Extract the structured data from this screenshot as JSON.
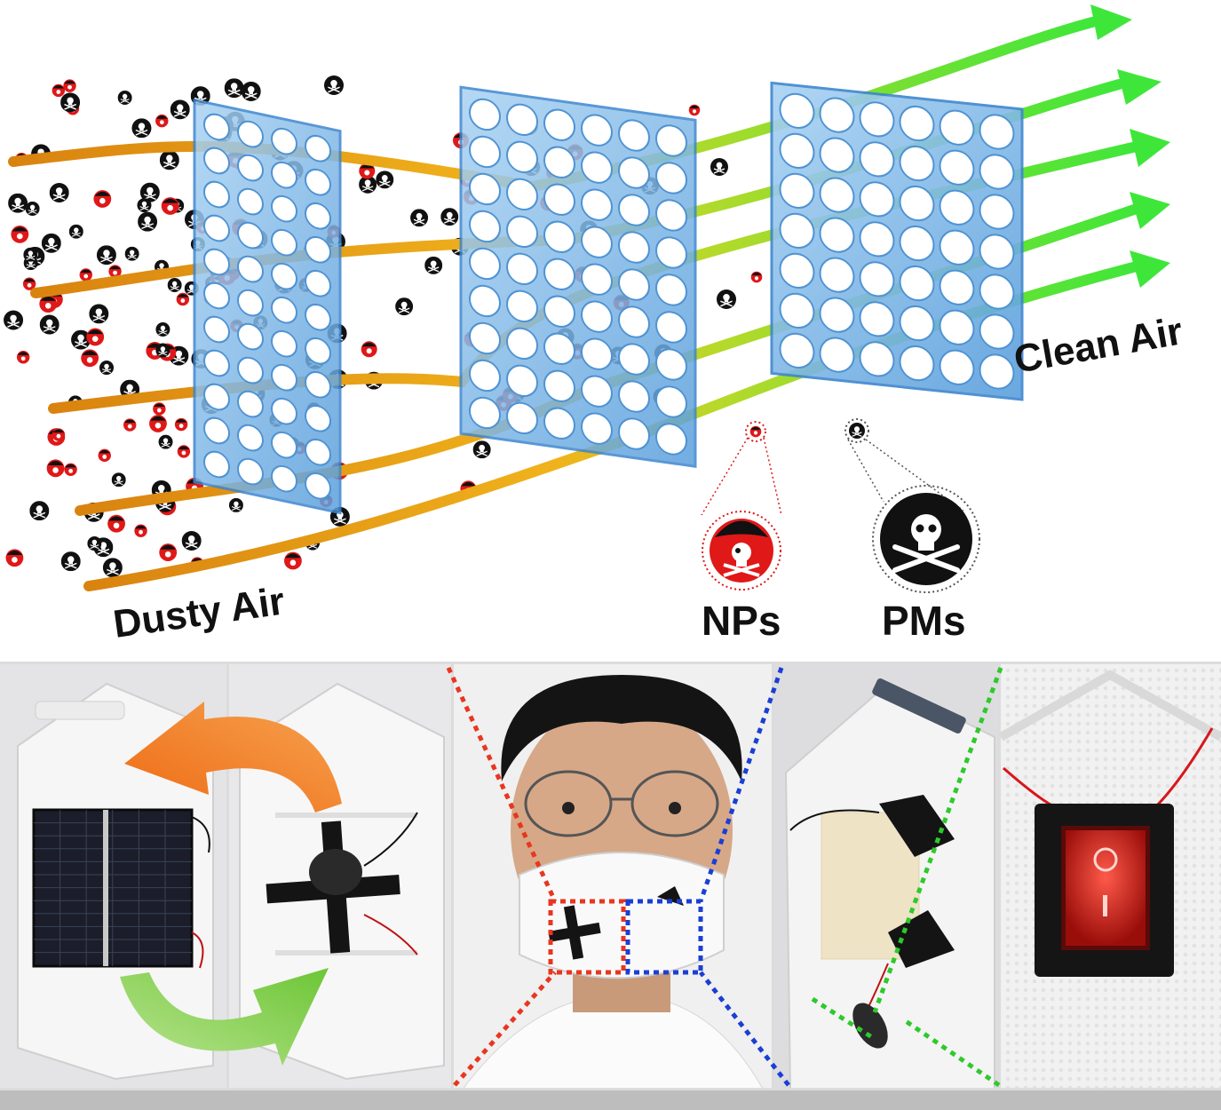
{
  "diagram": {
    "labels": {
      "dusty_air": "Dusty Air",
      "clean_air": "Clean Air",
      "nps": "NPs",
      "pms": "PMs"
    },
    "colors": {
      "dusty_stream": "#e08a12",
      "mid_stream": "#f2c31a",
      "clean_stream": "#3fe63a",
      "filter": "#7fb8e8",
      "filter_edge": "#3d86cf",
      "np_particle": "#e01818",
      "pm_particle": "#111111",
      "outline_np": "#e01818",
      "outline_pm": "#555555"
    },
    "icons": {
      "np": "pirate-skull-icon",
      "pm": "skull-crossbones-icon"
    }
  },
  "photos": {
    "panels": [
      {
        "name": "photo-mask-solar-panel"
      },
      {
        "name": "photo-mask-inner-cross"
      },
      {
        "name": "photo-person-wearing-mask"
      },
      {
        "name": "photo-mask-filter-pad"
      },
      {
        "name": "photo-mask-power-switch"
      }
    ],
    "colors": {
      "red_dotted": "#e8361f",
      "blue_dotted": "#1a3fd6",
      "green_dotted": "#2ec92b",
      "orange_arrow": "#f07a1d",
      "green_arrow": "#7ed04a"
    }
  }
}
